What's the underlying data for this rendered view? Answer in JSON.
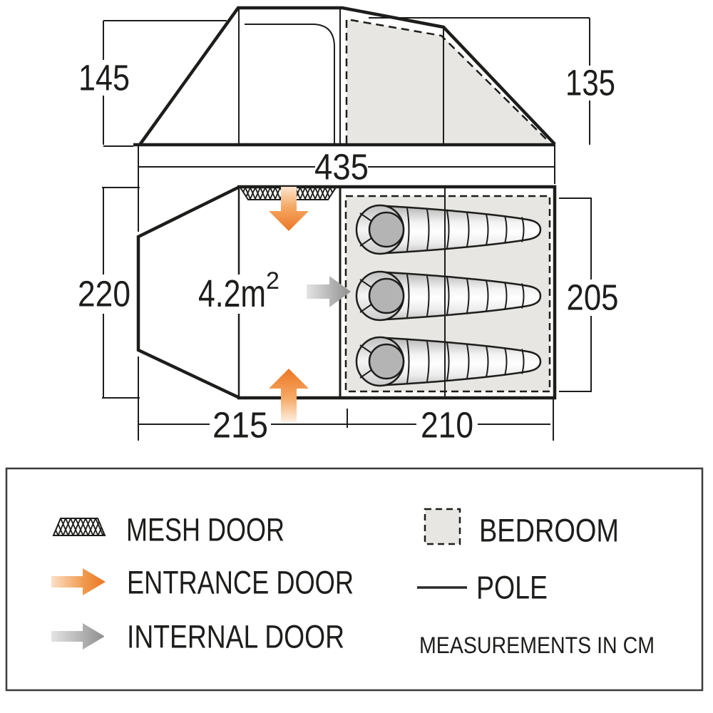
{
  "elevation": {
    "height_left_cm": "145",
    "height_right_cm": "135"
  },
  "floorplan": {
    "total_width_cm": "435",
    "porch_depth_cm": "220",
    "bedroom_depth_cm": "205",
    "porch_length_cm": "215",
    "bedroom_length_cm": "210",
    "living_area_value": "4.2m",
    "living_area_sup": "2",
    "sleeping_bag_count": 3
  },
  "legend": {
    "mesh_door": "MESH DOOR",
    "entrance_door": "ENTRANCE DOOR",
    "internal_door": "INTERNAL DOOR",
    "bedroom": "BEDROOM",
    "pole": "POLE",
    "note": "MEASUREMENTS IN CM"
  },
  "colors": {
    "line": "#1d1d1b",
    "bedroom_fill": "#e8e6e2",
    "entrance_orange": "#ec7623",
    "internal_gray": "#8f8f8f"
  }
}
